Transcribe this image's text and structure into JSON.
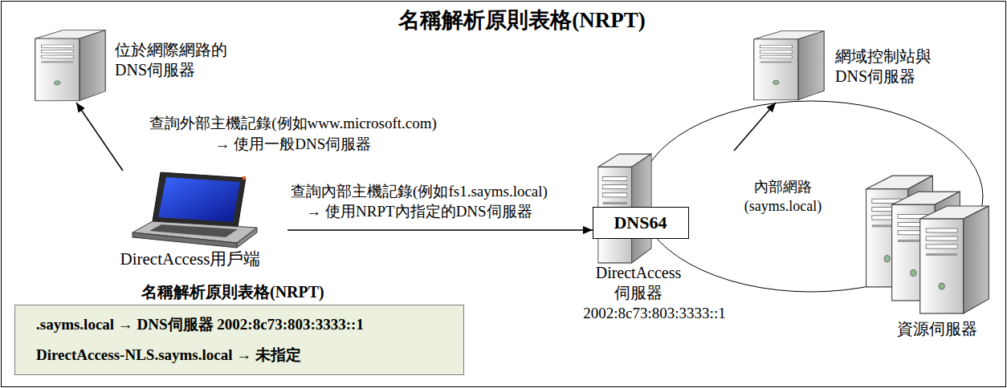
{
  "diagram": {
    "title": "名稱解析原則表格(NRPT)",
    "nodes": [
      {
        "text": [
          "位於網際網路的 DNS伺服器"
        ]
      },
      {
        "text": [
          "網域控制站與 DNS伺服器"
        ]
      },
      {
        "text": [
          "DirectAccess用戶端"
        ]
      },
      {
        "text": [
          "內部網路 (sayms.local)"
        ]
      },
      {
        "text": [
          "DirectAccess 伺服器",
          "2002:8c73:803:3333::1"
        ]
      },
      {
        "text": [
          "DNS64"
        ],
        "in": 4
      },
      {
        "text": [
          "資源伺服器"
        ]
      },
      {
        "text": [
          "名稱解析原則表格(NRPT)",
          ".sayms.local → DNS伺服器 2002:8c73:803:3333::1",
          "DirectAccess-NLS.sayms.local → 未指定"
        ]
      }
    ],
    "edges": [
      {
        "from": 2,
        "to": 0,
        "arrow": "to",
        "label": "查詢外部主機記錄(例如www.microsoft.com) → 使用一般DNS伺服器"
      },
      {
        "from": 2,
        "to": 5,
        "arrow": "to",
        "label": "查詢內部主機記錄(例如fs1.sayms.local) → 使用NRPT內指定的DNS伺服器"
      },
      {
        "from": 4,
        "to": 1,
        "arrow": "to"
      }
    ]
  }
}
